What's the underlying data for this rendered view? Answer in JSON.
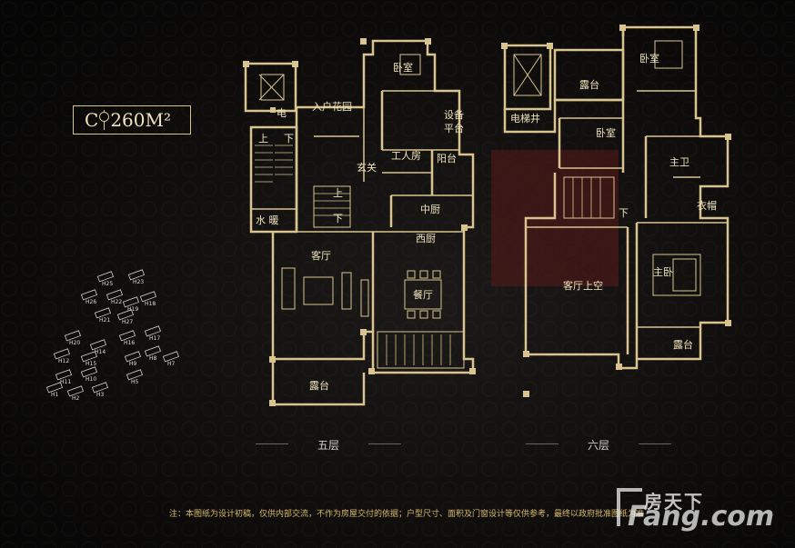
{
  "unit": {
    "type_letter": "C",
    "area": "260M²"
  },
  "floor5": {
    "label": "五层",
    "rooms": {
      "entry_garden": "入户花园",
      "bedroom": "卧室",
      "equipment_platform": "设备平台",
      "elec": "电",
      "down1": "下",
      "up1": "上",
      "foyer": "玄关",
      "worker_room": "工人房",
      "balcony": "阳台",
      "up2": "上",
      "down2": "下",
      "water_heating": "水 暖",
      "chinese_kitchen": "中厨",
      "western_kitchen": "西厨",
      "living_room": "客厅",
      "dining_room": "餐厅",
      "terrace": "露台"
    }
  },
  "floor6": {
    "label": "六层",
    "rooms": {
      "terrace_top": "露台",
      "bedroom_top": "卧室",
      "elevator_shaft": "电梯井",
      "bedroom_mid": "卧室",
      "master_bath": "主卫",
      "down": "下",
      "closet": "衣帽",
      "living_void": "客厅上空",
      "master_bedroom": "主卧",
      "terrace_bottom": "露台"
    }
  },
  "site_plan": {
    "building_labels": [
      "H25",
      "H23",
      "H26",
      "H22",
      "H19",
      "H18",
      "H21",
      "H27",
      "H20",
      "H16",
      "H17",
      "H14",
      "H12",
      "H15",
      "H9",
      "H8",
      "H7",
      "H11",
      "H10",
      "H5",
      "H1",
      "H2",
      "H3"
    ]
  },
  "disclaimer": "注：本图纸为设计初稿，仅供内部交流，不作为房屋交付的依据；户型尺寸、面积及门窗设计等仅供参考，最终以政府批准图纸为准",
  "watermark": {
    "cn": "房天下",
    "en": "Fang.com"
  },
  "colors": {
    "wall": "#d9c48f",
    "background": "#0b0a09",
    "accent_red": "#5a1a1a"
  }
}
